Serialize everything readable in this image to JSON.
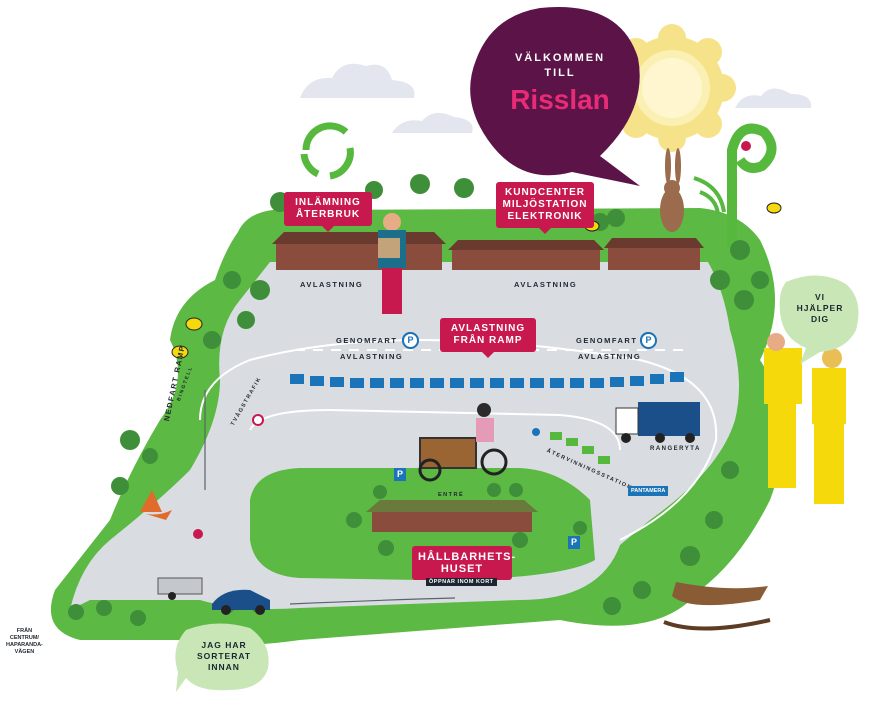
{
  "welcome": {
    "line1": "VÄLKOMMEN",
    "line2": "TILL",
    "name": "Risslan"
  },
  "signs": {
    "inlamning": [
      "INLÄMNING",
      "ÅTERBRUK"
    ],
    "kundcenter": [
      "KUNDCENTER",
      "MILJÖSTATION",
      "ELEKTRONIK"
    ],
    "avlastning_ramp": [
      "AVLASTNING",
      "FRÅN RAMP"
    ],
    "hallbarhet": [
      "HÅLLBARHETS-",
      "HUSET"
    ],
    "hallbarhet_sub": "ÖPPNAR INOM KORT"
  },
  "road_labels": {
    "avlastning_1": "AVLASTNING",
    "avlastning_2": "AVLASTNING",
    "genomfart_left": "GENOMFART",
    "avlastning_left": "AVLASTNING",
    "genomfart_right": "GENOMFART",
    "avlastning_right": "AVLASTNING",
    "nedfart_ramp": "NEDFART RAMP",
    "tvagstrafik": "TVÅGSTRAFIK",
    "atervinning": "ÅTERVINNINGSSTATION",
    "rangeryta": "RANGERYTA",
    "entre": "ENTRÉ",
    "bingtell": "BINGTELL",
    "pantamera": "PANTAMERA",
    "fran_centrum": [
      "FRÅN",
      "CENTRUM/",
      "HAPARANDA-",
      "VÄGEN"
    ]
  },
  "bubbles": {
    "vi_hjalper": [
      "VI",
      "HJÄLPER",
      "DIG"
    ],
    "jag_har": [
      "JAG HAR",
      "SORTERAT",
      "INNAN"
    ]
  },
  "parking_symbol": "P",
  "colors": {
    "plum": "#5c1347",
    "magenta": "#c8194f",
    "green": "#56b93e",
    "road": "#d9dde2",
    "blue": "#1b73b8",
    "sun": "#f7e79a"
  }
}
